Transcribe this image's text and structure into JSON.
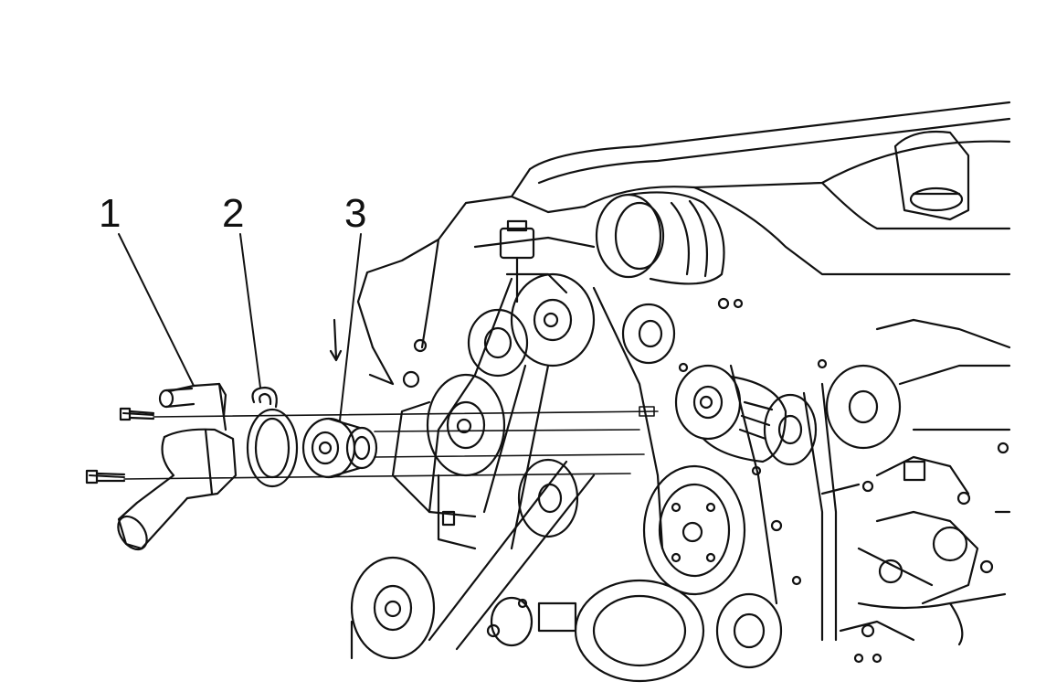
{
  "diagram": {
    "callouts": [
      {
        "id": "1",
        "label": "1"
      },
      {
        "id": "2",
        "label": "2"
      },
      {
        "id": "3",
        "label": "3"
      }
    ],
    "colors": {
      "line": "#111111",
      "background": "#ffffff"
    }
  }
}
